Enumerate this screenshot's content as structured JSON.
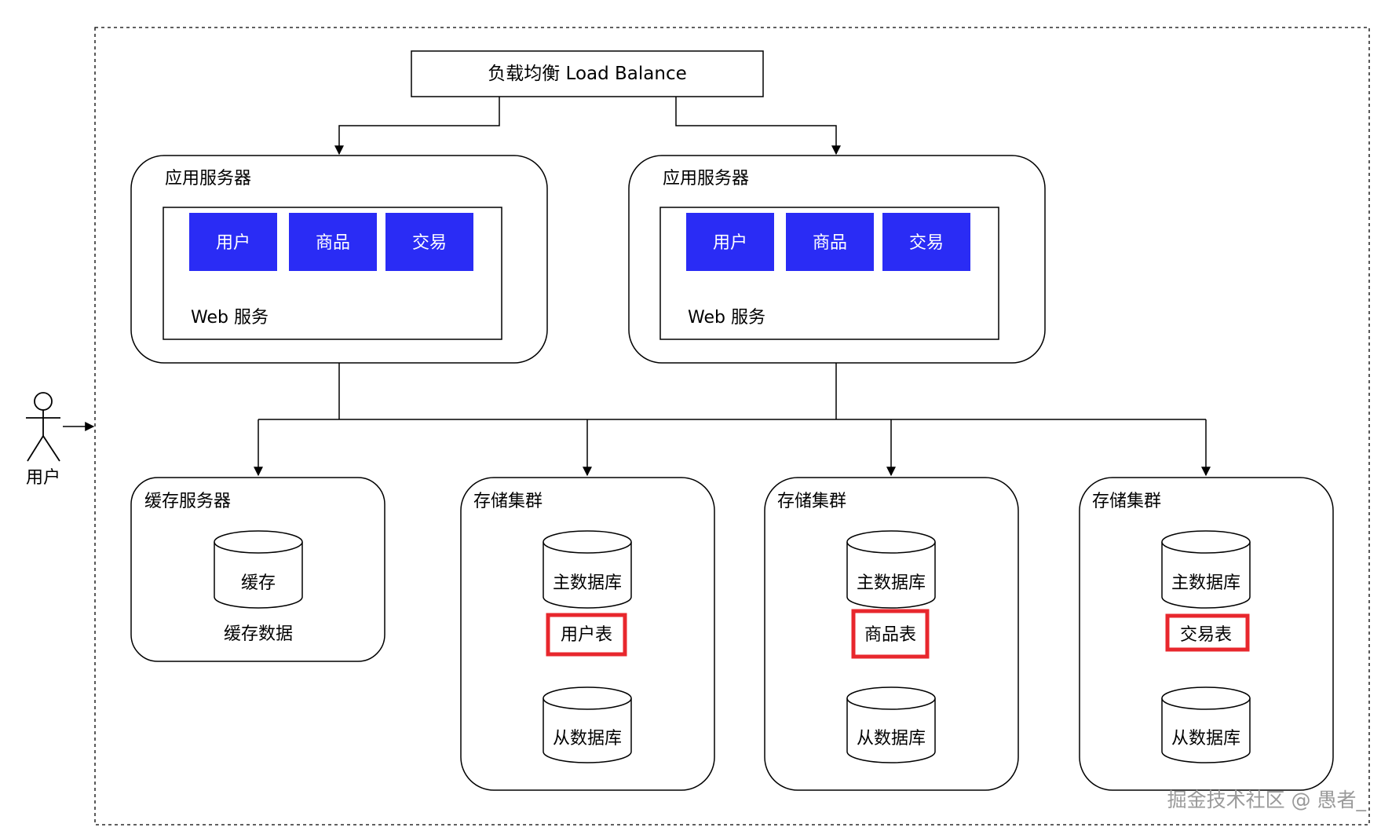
{
  "load_balancer": {
    "label": "负载均衡 Load Balance"
  },
  "actor": {
    "label": "用户"
  },
  "app_servers": [
    {
      "title": "应用服务器",
      "web_label": "Web 服务",
      "modules": [
        "用户",
        "商品",
        "交易"
      ]
    },
    {
      "title": "应用服务器",
      "web_label": "Web 服务",
      "modules": [
        "用户",
        "商品",
        "交易"
      ]
    }
  ],
  "cache_server": {
    "title": "缓存服务器",
    "db_label": "缓存",
    "caption": "缓存数据"
  },
  "storage_clusters": [
    {
      "title": "存储集群",
      "master_label": "主数据库",
      "table_label": "用户表",
      "slave_label": "从数据库"
    },
    {
      "title": "存储集群",
      "master_label": "主数据库",
      "table_label": "商品表",
      "slave_label": "从数据库"
    },
    {
      "title": "存储集群",
      "master_label": "主数据库",
      "table_label": "交易表",
      "slave_label": "从数据库"
    }
  ],
  "watermark": "掘金技术社区 @ 愚者_",
  "colors": {
    "module_fill": "#2a2cf5",
    "highlight": "#e8272d",
    "line": "#000000"
  }
}
